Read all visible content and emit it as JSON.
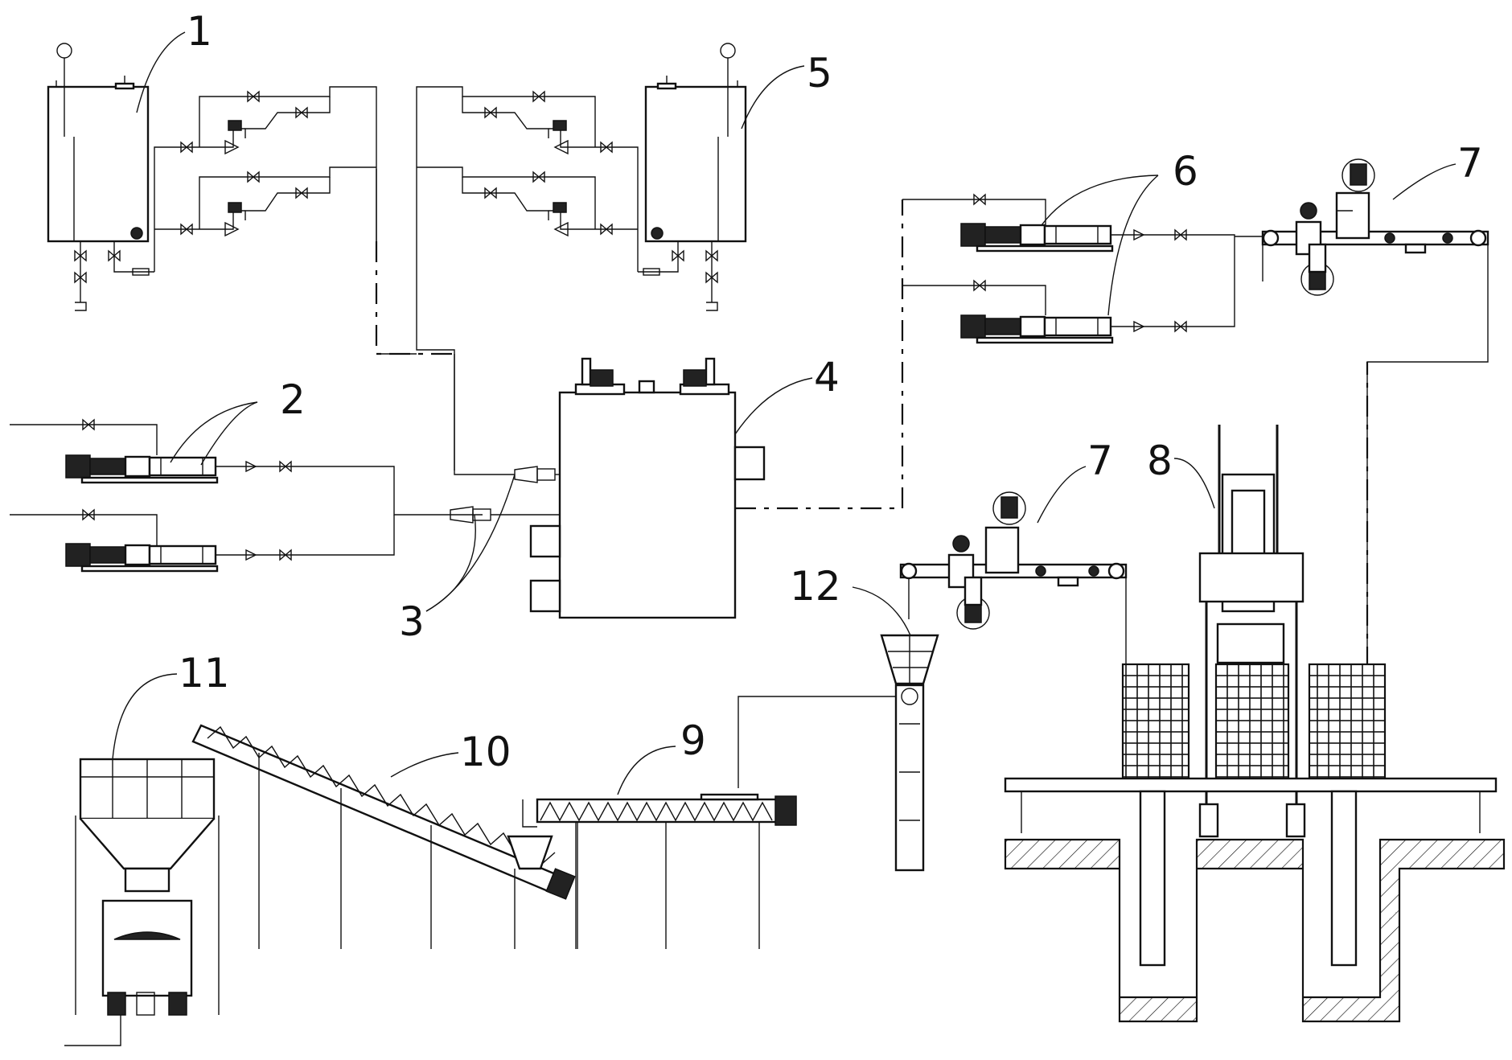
{
  "diagram": {
    "callouts": [
      {
        "id": "c1",
        "text": "1"
      },
      {
        "id": "c2",
        "text": "2"
      },
      {
        "id": "c3",
        "text": "3"
      },
      {
        "id": "c4",
        "text": "4"
      },
      {
        "id": "c5",
        "text": "5"
      },
      {
        "id": "c6",
        "text": "6"
      },
      {
        "id": "c7a",
        "text": "7"
      },
      {
        "id": "c7b",
        "text": "7"
      },
      {
        "id": "c8",
        "text": "8"
      },
      {
        "id": "c9",
        "text": "9"
      },
      {
        "id": "c10",
        "text": "10"
      },
      {
        "id": "c11",
        "text": "11"
      },
      {
        "id": "c12",
        "text": "12"
      }
    ]
  }
}
